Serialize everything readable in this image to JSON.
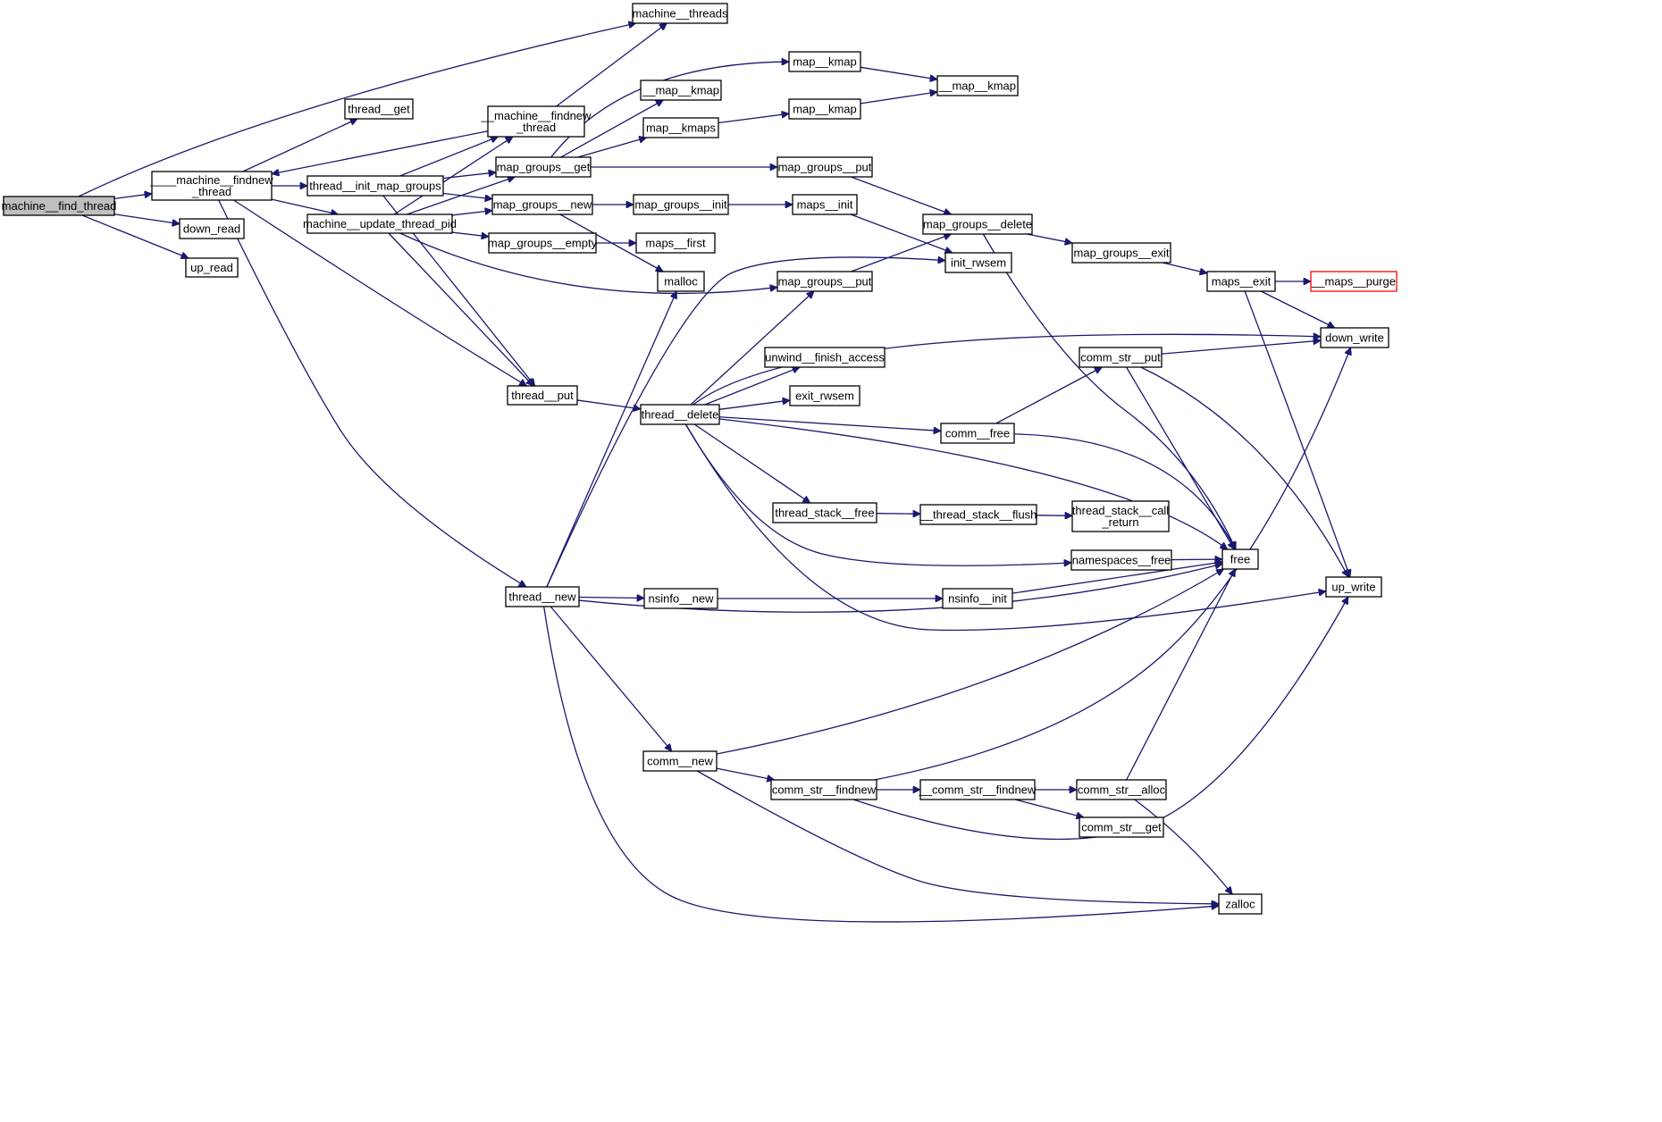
{
  "diagram": {
    "title": "call graph for machine__find_thread",
    "colors": {
      "edge": "#191970",
      "root_fill": "#bfbfbf",
      "truncated_border": "#ff0000"
    },
    "nodes": [
      {
        "id": "machine_find_thread",
        "lines": [
          "machine__find_thread"
        ],
        "role": "root"
      },
      {
        "id": "machine_findnew_thread_inner",
        "lines": [
          "____machine__findnew",
          "_thread"
        ]
      },
      {
        "id": "down_read",
        "lines": [
          "down_read"
        ]
      },
      {
        "id": "up_read",
        "lines": [
          "up_read"
        ]
      },
      {
        "id": "machine_threads",
        "lines": [
          "machine__threads"
        ]
      },
      {
        "id": "thread_get",
        "lines": [
          "thread__get"
        ]
      },
      {
        "id": "machine_findnew_thread",
        "lines": [
          "__machine__findnew",
          "_thread"
        ]
      },
      {
        "id": "thread_init_map_groups",
        "lines": [
          "thread__init_map_groups"
        ]
      },
      {
        "id": "machine_update_thread_pid",
        "lines": [
          "machine__update_thread_pid"
        ]
      },
      {
        "id": "thread_put",
        "lines": [
          "thread__put"
        ]
      },
      {
        "id": "thread_new",
        "lines": [
          "thread__new"
        ]
      },
      {
        "id": "map_groups_get",
        "lines": [
          "map_groups__get"
        ]
      },
      {
        "id": "map_groups_new",
        "lines": [
          "map_groups__new"
        ]
      },
      {
        "id": "map_groups_empty",
        "lines": [
          "map_groups__empty"
        ]
      },
      {
        "id": "malloc",
        "lines": [
          "malloc"
        ]
      },
      {
        "id": "map_kmap_a",
        "lines": [
          "map__kmap"
        ]
      },
      {
        "id": "__map_kmap_mid",
        "lines": [
          "__map__kmap"
        ]
      },
      {
        "id": "map_kmaps",
        "lines": [
          "map__kmaps"
        ]
      },
      {
        "id": "map_groups_init",
        "lines": [
          "map_groups__init"
        ]
      },
      {
        "id": "maps_first",
        "lines": [
          "maps__first"
        ]
      },
      {
        "id": "thread_delete",
        "lines": [
          "thread__delete"
        ]
      },
      {
        "id": "nsinfo_new",
        "lines": [
          "nsinfo__new"
        ]
      },
      {
        "id": "comm_new",
        "lines": [
          "comm__new"
        ]
      },
      {
        "id": "map_kmap_b",
        "lines": [
          "map__kmap"
        ]
      },
      {
        "id": "map_groups_put_a",
        "lines": [
          "map_groups__put"
        ]
      },
      {
        "id": "maps_init",
        "lines": [
          "maps__init"
        ]
      },
      {
        "id": "map_groups_put_b",
        "lines": [
          "map_groups__put"
        ]
      },
      {
        "id": "unwind_finish_access",
        "lines": [
          "unwind__finish_access"
        ]
      },
      {
        "id": "exit_rwsem",
        "lines": [
          "exit_rwsem"
        ]
      },
      {
        "id": "thread_stack_free",
        "lines": [
          "thread_stack__free"
        ]
      },
      {
        "id": "comm_str_findnew",
        "lines": [
          "comm_str__findnew"
        ]
      },
      {
        "id": "__map_kmap_right",
        "lines": [
          "__map__kmap"
        ]
      },
      {
        "id": "map_groups_delete",
        "lines": [
          "map_groups__delete"
        ]
      },
      {
        "id": "init_rwsem",
        "lines": [
          "init_rwsem"
        ]
      },
      {
        "id": "comm_free",
        "lines": [
          "comm__free"
        ]
      },
      {
        "id": "__thread_stack_flush",
        "lines": [
          "__thread_stack__flush"
        ]
      },
      {
        "id": "nsinfo_init",
        "lines": [
          "nsinfo__init"
        ]
      },
      {
        "id": "__comm_str_findnew",
        "lines": [
          "__comm_str__findnew"
        ]
      },
      {
        "id": "map_groups_exit",
        "lines": [
          "map_groups__exit"
        ]
      },
      {
        "id": "comm_str_put",
        "lines": [
          "comm_str__put"
        ]
      },
      {
        "id": "thread_stack_call_return",
        "lines": [
          "thread_stack__call",
          "_return"
        ]
      },
      {
        "id": "namespaces_free",
        "lines": [
          "namespaces__free"
        ]
      },
      {
        "id": "comm_str_alloc",
        "lines": [
          "comm_str__alloc"
        ]
      },
      {
        "id": "comm_str_get",
        "lines": [
          "comm_str__get"
        ]
      },
      {
        "id": "maps_exit",
        "lines": [
          "maps__exit"
        ]
      },
      {
        "id": "free",
        "lines": [
          "free"
        ]
      },
      {
        "id": "zalloc",
        "lines": [
          "zalloc"
        ]
      },
      {
        "id": "__maps_purge",
        "lines": [
          "__maps__purge"
        ],
        "role": "truncated"
      },
      {
        "id": "down_write",
        "lines": [
          "down_write"
        ]
      },
      {
        "id": "up_write",
        "lines": [
          "up_write"
        ]
      }
    ],
    "edges": [
      {
        "from": "machine_find_thread",
        "to": "machine_threads"
      },
      {
        "from": "machine_find_thread",
        "to": "machine_findnew_thread_inner"
      },
      {
        "from": "machine_find_thread",
        "to": "down_read"
      },
      {
        "from": "machine_find_thread",
        "to": "up_read"
      },
      {
        "from": "machine_findnew_thread_inner",
        "to": "thread_get"
      },
      {
        "from": "machine_findnew_thread_inner",
        "to": "thread_init_map_groups"
      },
      {
        "from": "machine_findnew_thread_inner",
        "to": "machine_update_thread_pid"
      },
      {
        "from": "machine_findnew_thread_inner",
        "to": "thread_put"
      },
      {
        "from": "machine_findnew_thread_inner",
        "to": "thread_new"
      },
      {
        "from": "machine_findnew_thread",
        "to": "machine_threads"
      },
      {
        "from": "machine_findnew_thread",
        "to": "machine_findnew_thread_inner"
      },
      {
        "from": "thread_init_map_groups",
        "to": "machine_findnew_thread"
      },
      {
        "from": "thread_init_map_groups",
        "to": "map_groups_get"
      },
      {
        "from": "thread_init_map_groups",
        "to": "map_groups_new"
      },
      {
        "from": "thread_init_map_groups",
        "to": "thread_put"
      },
      {
        "from": "machine_update_thread_pid",
        "to": "machine_findnew_thread"
      },
      {
        "from": "machine_update_thread_pid",
        "to": "map_groups_get"
      },
      {
        "from": "machine_update_thread_pid",
        "to": "map_groups_new"
      },
      {
        "from": "machine_update_thread_pid",
        "to": "map_groups_empty"
      },
      {
        "from": "machine_update_thread_pid",
        "to": "map_groups_put_b"
      },
      {
        "from": "machine_update_thread_pid",
        "to": "thread_put"
      },
      {
        "from": "thread_put",
        "to": "thread_delete"
      },
      {
        "from": "map_groups_get",
        "to": "map_kmap_a"
      },
      {
        "from": "map_groups_get",
        "to": "__map_kmap_mid"
      },
      {
        "from": "map_groups_get",
        "to": "map_kmaps"
      },
      {
        "from": "map_groups_get",
        "to": "map_groups_put_a"
      },
      {
        "from": "map_kmap_a",
        "to": "__map_kmap_right"
      },
      {
        "from": "map_kmaps",
        "to": "map_kmap_b"
      },
      {
        "from": "map_kmap_b",
        "to": "__map_kmap_right"
      },
      {
        "from": "map_groups_new",
        "to": "map_groups_init"
      },
      {
        "from": "map_groups_new",
        "to": "malloc"
      },
      {
        "from": "map_groups_empty",
        "to": "maps_first"
      },
      {
        "from": "map_groups_init",
        "to": "maps_init"
      },
      {
        "from": "maps_init",
        "to": "init_rwsem"
      },
      {
        "from": "map_groups_put_a",
        "to": "map_groups_delete"
      },
      {
        "from": "map_groups_put_b",
        "to": "map_groups_delete"
      },
      {
        "from": "map_groups_delete",
        "to": "map_groups_exit"
      },
      {
        "from": "map_groups_delete",
        "to": "free"
      },
      {
        "from": "map_groups_exit",
        "to": "maps_exit"
      },
      {
        "from": "maps_exit",
        "to": "__maps_purge"
      },
      {
        "from": "maps_exit",
        "to": "down_write"
      },
      {
        "from": "maps_exit",
        "to": "up_write"
      },
      {
        "from": "thread_new",
        "to": "malloc"
      },
      {
        "from": "thread_new",
        "to": "init_rwsem"
      },
      {
        "from": "thread_new",
        "to": "nsinfo_new"
      },
      {
        "from": "thread_new",
        "to": "free"
      },
      {
        "from": "thread_new",
        "to": "comm_new"
      },
      {
        "from": "thread_new",
        "to": "zalloc"
      },
      {
        "from": "nsinfo_new",
        "to": "nsinfo_init"
      },
      {
        "from": "nsinfo_init",
        "to": "free"
      },
      {
        "from": "thread_delete",
        "to": "map_groups_put_b"
      },
      {
        "from": "thread_delete",
        "to": "down_write"
      },
      {
        "from": "thread_delete",
        "to": "unwind_finish_access"
      },
      {
        "from": "thread_delete",
        "to": "exit_rwsem"
      },
      {
        "from": "thread_delete",
        "to": "comm_free"
      },
      {
        "from": "thread_delete",
        "to": "free"
      },
      {
        "from": "thread_delete",
        "to": "thread_stack_free"
      },
      {
        "from": "thread_delete",
        "to": "namespaces_free"
      },
      {
        "from": "thread_delete",
        "to": "up_write"
      },
      {
        "from": "thread_stack_free",
        "to": "__thread_stack_flush"
      },
      {
        "from": "__thread_stack_flush",
        "to": "thread_stack_call_return"
      },
      {
        "from": "namespaces_free",
        "to": "free"
      },
      {
        "from": "comm_free",
        "to": "comm_str_put"
      },
      {
        "from": "comm_free",
        "to": "free"
      },
      {
        "from": "comm_str_put",
        "to": "down_write"
      },
      {
        "from": "comm_str_put",
        "to": "free"
      },
      {
        "from": "comm_str_put",
        "to": "up_write"
      },
      {
        "from": "comm_new",
        "to": "free"
      },
      {
        "from": "comm_new",
        "to": "comm_str_findnew"
      },
      {
        "from": "comm_new",
        "to": "zalloc"
      },
      {
        "from": "comm_str_findnew",
        "to": "down_write"
      },
      {
        "from": "comm_str_findnew",
        "to": "__comm_str_findnew"
      },
      {
        "from": "comm_str_findnew",
        "to": "up_write"
      },
      {
        "from": "__comm_str_findnew",
        "to": "comm_str_alloc"
      },
      {
        "from": "__comm_str_findnew",
        "to": "comm_str_get"
      },
      {
        "from": "comm_str_alloc",
        "to": "free"
      },
      {
        "from": "comm_str_alloc",
        "to": "zalloc"
      }
    ]
  }
}
